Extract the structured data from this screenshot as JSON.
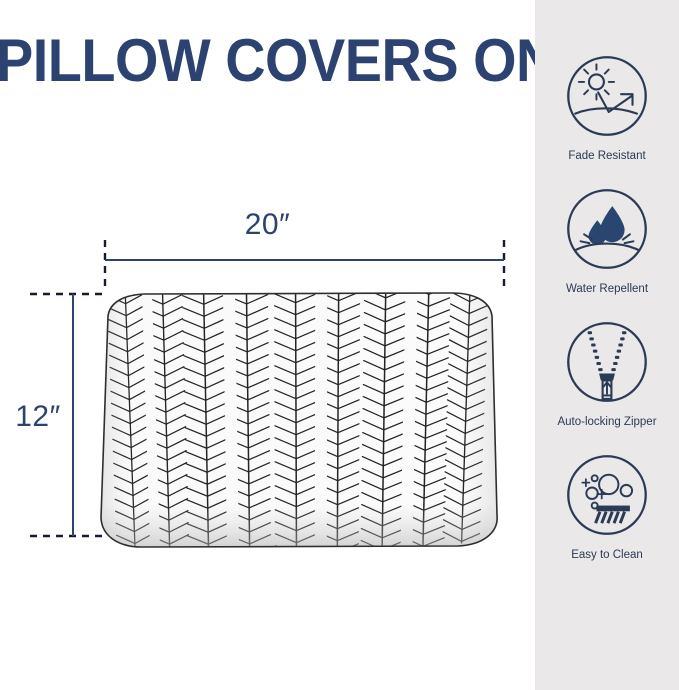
{
  "headline": {
    "text": "PILLOW COVERS ONLY",
    "color": "#2c4372"
  },
  "product": {
    "name": "herringbone-stripe-lumbar-pillow-cover",
    "dimensions": {
      "width_label": "20″",
      "height_label": "12″",
      "width_value": 20,
      "height_value": 12,
      "unit": "inch"
    },
    "pattern": "herringbone-stripe",
    "pattern_line_color": "#1a1a1a",
    "fabric_color": "#ffffff"
  },
  "annotation": {
    "line_color": "#2c4372",
    "dash_color": "#1a1a2e"
  },
  "sidebar": {
    "background": "#eae8e8",
    "icon_color": "#2b3a55",
    "features": [
      {
        "icon": "sun-fade-resistant-icon",
        "label": "Fade Resistant"
      },
      {
        "icon": "water-droplet-repellent-icon",
        "label": "Water Repellent"
      },
      {
        "icon": "zipper-icon",
        "label": "Auto-locking Zipper"
      },
      {
        "icon": "scrub-brush-bubbles-icon",
        "label": "Easy to Clean"
      }
    ]
  }
}
